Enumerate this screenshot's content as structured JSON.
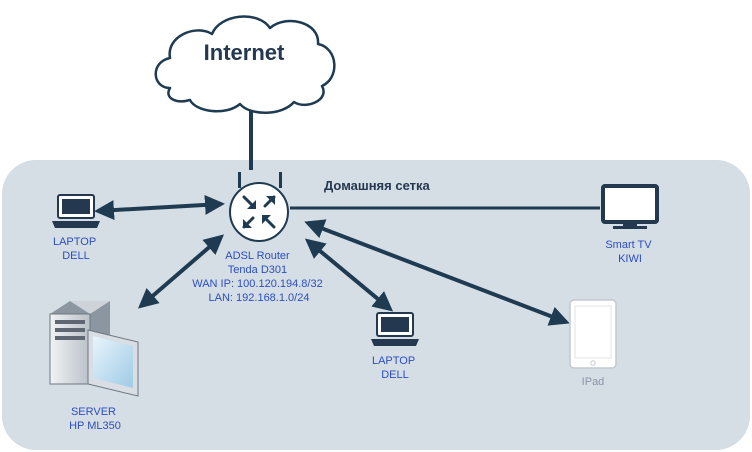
{
  "colors": {
    "zone_fill": "#d5dde5",
    "link": "#1f3b52",
    "device": "#24384f",
    "label": "#2c4fc4"
  },
  "cloud": {
    "label": "Internet",
    "icon": "cloud-icon"
  },
  "zone": {
    "label": "Домашняя сетка"
  },
  "router": {
    "icon": "router-icon",
    "lines": [
      "ADSL Router",
      "Tenda D301",
      "WAN IP: 100.120.194.8/32",
      "LAN: 192.168.1.0/24"
    ]
  },
  "devices": {
    "laptop_top": {
      "icon": "laptop-icon",
      "lines": [
        "LAPTOP",
        "DELL"
      ]
    },
    "laptop_mid": {
      "icon": "laptop-icon",
      "lines": [
        "LAPTOP",
        "DELL"
      ]
    },
    "server": {
      "icon": "server-computer-icon",
      "lines": [
        "SERVER",
        "HP ML350"
      ]
    },
    "tv": {
      "icon": "monitor-icon",
      "lines": [
        "Smart TV",
        "KIWI"
      ]
    },
    "ipad": {
      "icon": "tablet-icon",
      "lines": [
        "IPad"
      ]
    }
  }
}
